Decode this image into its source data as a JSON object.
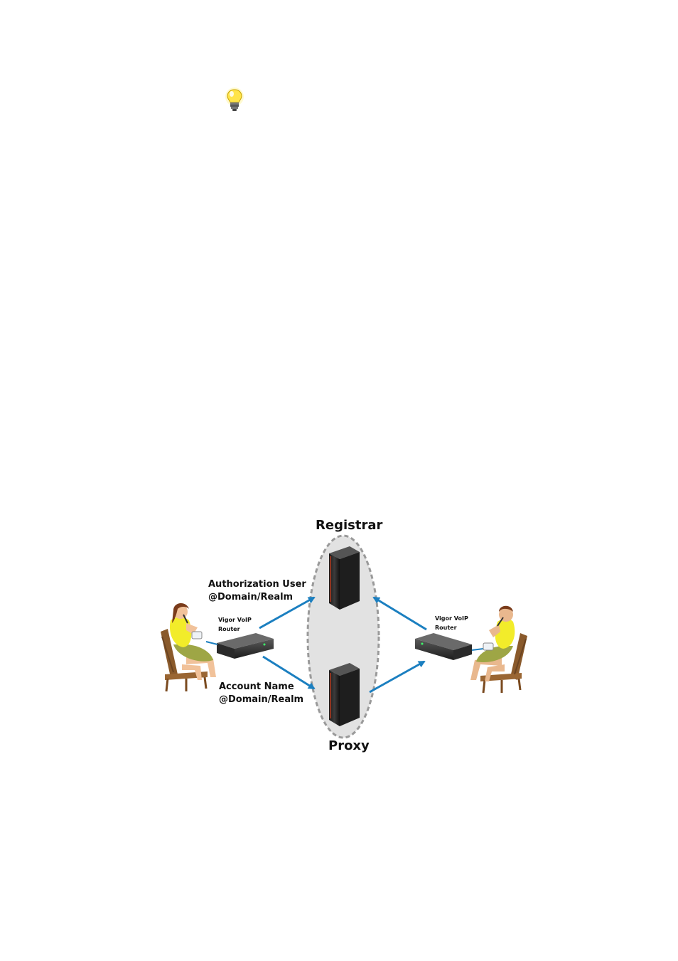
{
  "diagram": {
    "registrar_label": "Registrar",
    "proxy_label": "Proxy",
    "auth_user_line1": "Authorization User",
    "auth_user_line2": "@Domain/Realm",
    "account_name_line1": "Account Name",
    "account_name_line2": "@Domain/Realm",
    "left_router_line1": "Vigor VoIP",
    "left_router_line2": "Router",
    "right_router_line1": "Vigor VoIP",
    "right_router_line2": "Router"
  },
  "icons": {
    "tip": "lightbulb-icon",
    "server": "server-tower-icon",
    "router": "router-icon",
    "caller": "person-on-phone-icon"
  },
  "colors": {
    "arrow": "#1b7fc0",
    "cloud_fill": "#e2e2e2",
    "cloud_border": "#9a9a9a",
    "bulb": "#ffe44a"
  }
}
